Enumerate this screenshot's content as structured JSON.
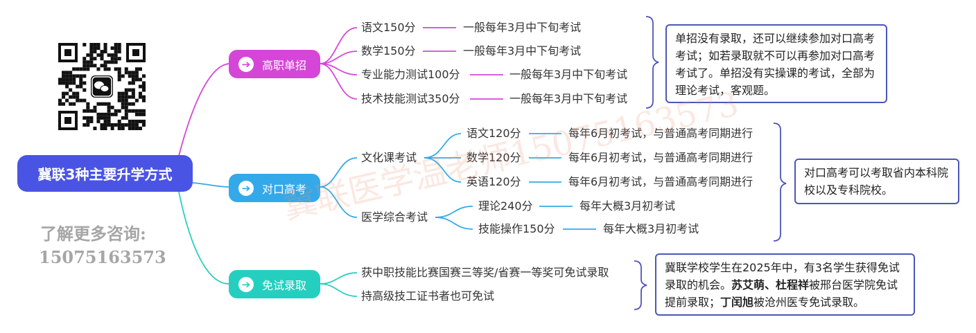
{
  "root": "冀联3种主要升学方式",
  "contact": {
    "line1": "了解更多咨询:",
    "line2": "15075163573"
  },
  "watermark": "冀联医学温老师15075163573",
  "colors": {
    "root": "#4a54e4",
    "b1": "#d546d8",
    "b2": "#34a9e9",
    "b3": "#25cfc0",
    "note_border": "#4c55b9"
  },
  "branches": [
    {
      "label": "高职单招",
      "icon": "arrow-right-icon",
      "items": [
        {
          "label": "语文150分",
          "detail": "一般每年3月中下旬考试"
        },
        {
          "label": "数学150分",
          "detail": "一般每年3月中下旬考试"
        },
        {
          "label": "专业能力测试100分",
          "detail": "一般每年3月中下旬考试"
        },
        {
          "label": "技术技能测试350分",
          "detail": "一般每年3月中下旬考试"
        }
      ],
      "note": "单招没有录取，还可以继续参加对口高考考试；如若录取就不可以再参加对口高考考试了。单招没有实操课的考试，全部为理论考试，客观题。"
    },
    {
      "label": "对口高考",
      "icon": "arrow-right-icon",
      "groups": [
        {
          "label": "文化课考试",
          "items": [
            {
              "label": "语文120分",
              "detail": "每年6月初考试，与普通高考同期进行"
            },
            {
              "label": "数学120分",
              "detail": "每年6月初考试，与普通高考同期进行"
            },
            {
              "label": "英语120分",
              "detail": "每年6月初考试，与普通高考同期进行"
            }
          ]
        },
        {
          "label": "医学综合考试",
          "items": [
            {
              "label": "理论240分",
              "detail": "每年大概3月初考试"
            },
            {
              "label": "技能操作150分",
              "detail": "每年大概3月初考试"
            }
          ]
        }
      ],
      "note": "对口高考可以考取省内本科院校以及专科院校。"
    },
    {
      "label": "免试录取",
      "icon": "arrow-right-icon",
      "items": [
        {
          "label": "获中职技能比赛国赛三等奖/省赛一等奖可免试录取"
        },
        {
          "label": "持高级技工证书者也可免试"
        }
      ],
      "note": {
        "part1": "冀联学校学生在2025年中，有3名学生获得免试录取的机会。",
        "bold1": "苏艾萌、杜程祥",
        "part2": "被邢台医学院免试提前录取；",
        "bold2": "丁闰旭",
        "part3": "被沧州医专免试录取。"
      }
    }
  ]
}
